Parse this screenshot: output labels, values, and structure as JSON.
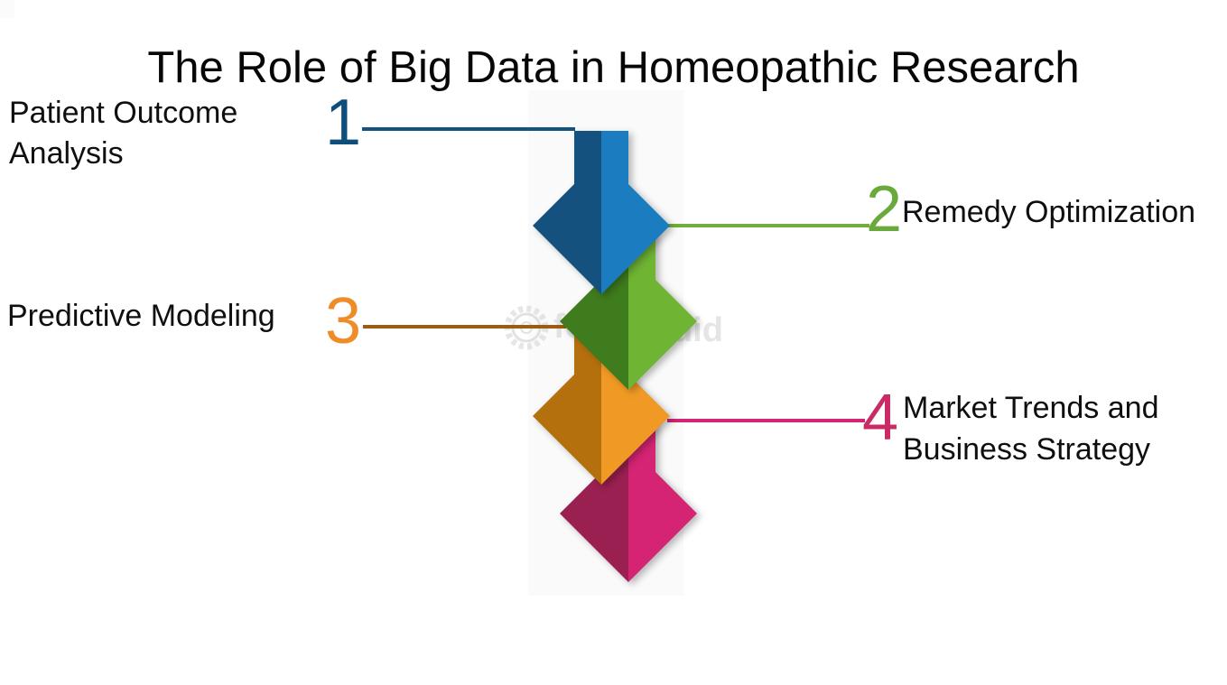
{
  "title": "The Role of Big Data in Homeopathic Research",
  "steps": [
    {
      "number": "1",
      "label": "Patient Outcome Analysis",
      "label_lines": [
        "Patient Outcome",
        "Analysis"
      ],
      "side": "left",
      "number_color": "#0f4e7b",
      "line_color": "#14537f",
      "arrow_dark": "#14517f",
      "arrow_light": "#1c7cc0"
    },
    {
      "number": "2",
      "label": "Remedy Optimization",
      "label_lines": [
        "Remedy Optimization"
      ],
      "side": "right",
      "number_color": "#6aa93c",
      "line_color": "#6fae3a",
      "arrow_dark": "#3e7c1d",
      "arrow_light": "#6fb432"
    },
    {
      "number": "3",
      "label": "Predictive Modeling",
      "label_lines": [
        "Predictive Modeling"
      ],
      "side": "left",
      "number_color": "#ef8c28",
      "line_color": "#9c5c12",
      "arrow_dark": "#b5700e",
      "arrow_light": "#f09a25"
    },
    {
      "number": "4",
      "label": "Market Trends and Business Strategy",
      "label_lines": [
        "Market Trends and",
        "Business Strategy"
      ],
      "side": "right",
      "number_color": "#ca2b66",
      "line_color": "#d52473",
      "arrow_dark": "#9a2051",
      "arrow_light": "#d52473"
    }
  ],
  "watermark": {
    "icon": "gear-icon",
    "fragments": [
      "fo",
      "uid"
    ]
  },
  "text_color": "#0f0f0f"
}
